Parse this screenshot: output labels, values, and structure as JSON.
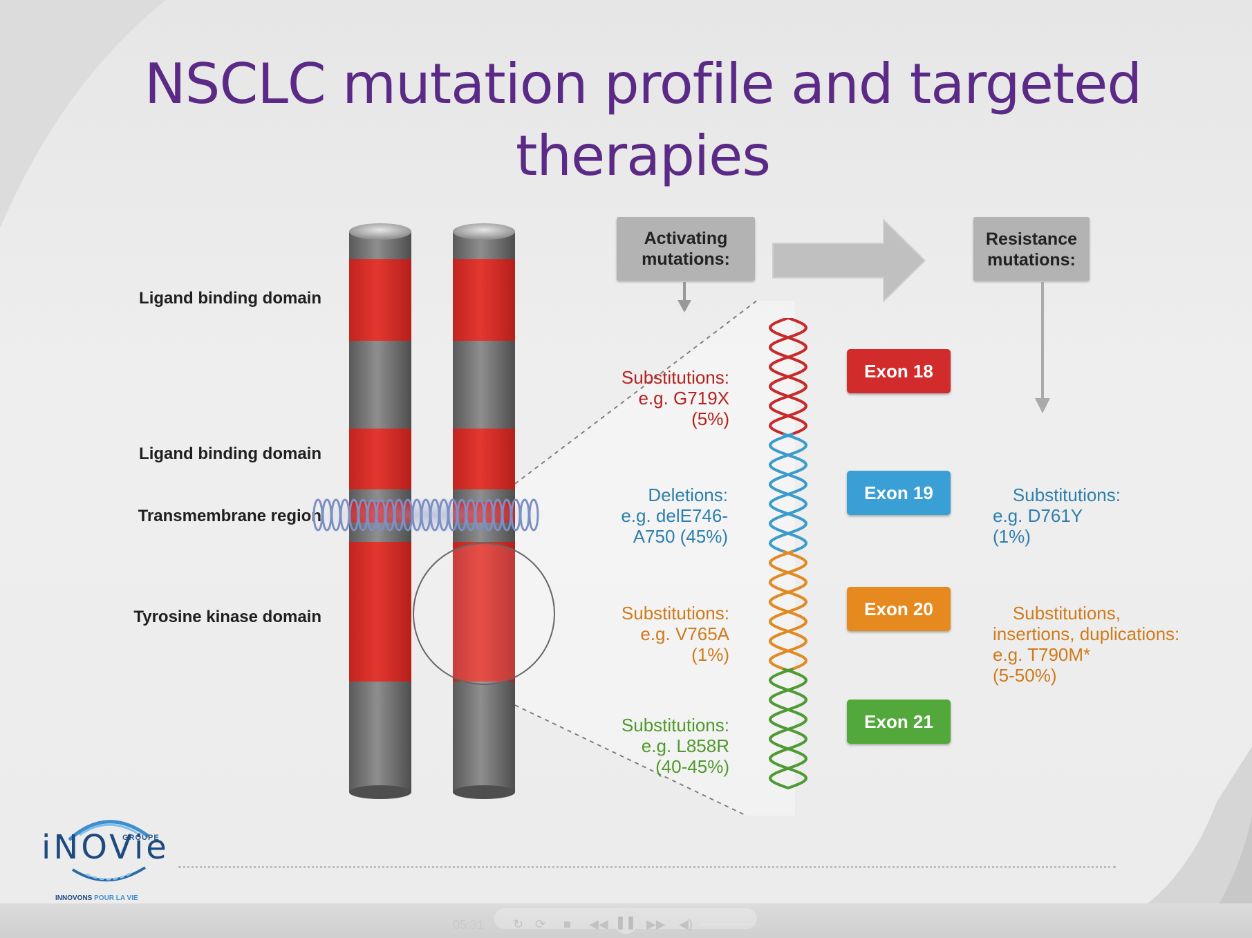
{
  "slide": {
    "title_line1": "NSCLC mutation profile and targeted",
    "title_line2": "therapies"
  },
  "domain_labels": {
    "ligand1": "Ligand binding domain",
    "ligand2": "Ligand binding domain",
    "transmembrane": "Transmembrane region",
    "tyrosine": "Tyrosine kinase domain"
  },
  "boxes": {
    "activating": "Activating\nmutations:",
    "resistance": "Resistance\nmutations:"
  },
  "activating_mutations": [
    {
      "text": "Substitutions:\ne.g. G719X\n(5%)",
      "color": "#b3231e"
    },
    {
      "text": "Deletions:\ne.g. delE746-\nA750 (45%)",
      "color": "#2e7fab"
    },
    {
      "text": "Substitutions:\ne.g. V765A\n(1%)",
      "color": "#d07a1a"
    },
    {
      "text": "Substitutions:\ne.g. L858R\n(40-45%)",
      "color": "#4f9a2c"
    }
  ],
  "exons": [
    {
      "label": "Exon 18",
      "color": "#d12b2b"
    },
    {
      "label": "Exon 19",
      "color": "#3a9fd4"
    },
    {
      "label": "Exon 20",
      "color": "#e68a1f"
    },
    {
      "label": "Exon 21",
      "color": "#52a83a"
    }
  ],
  "resistance_mutations": [
    {
      "text": "Substitutions:\ne.g. D761Y\n(1%)",
      "color": "#2e7fab"
    },
    {
      "text": "Substitutions,\ninsertions, duplications:\ne.g. T790M*\n(5-50%)",
      "color": "#d07a1a"
    }
  ],
  "logo": {
    "groupe": "GROUPE",
    "name": "iNOVie",
    "tagline_a": "INNOVONS ",
    "tagline_b": "POUR LA VIE"
  },
  "player": {
    "time": "05:31"
  },
  "colors": {
    "title": "#5b2a86",
    "column_red": "#d42c26",
    "column_grey": "#6b6b6b"
  }
}
